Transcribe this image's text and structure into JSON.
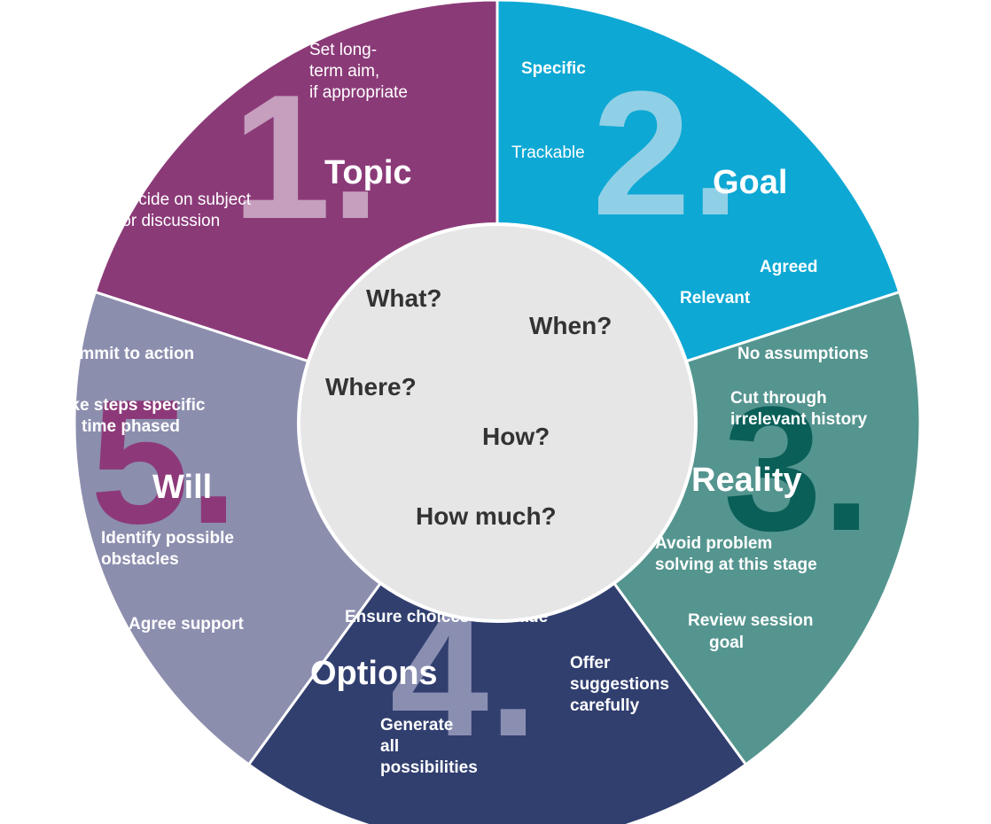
{
  "colors": {
    "topic": "#8b3a78",
    "goal": "#0ea8d4",
    "reality": "#55958f",
    "options": "#313f6f",
    "will": "#8c8eae",
    "center": "#e6e6e6",
    "question_text": "#333333",
    "label_text": "#ffffff"
  },
  "segments": {
    "topic": {
      "number": "1.",
      "title": "Topic",
      "notes": {
        "n1_l1": "Set long-",
        "n1_l2": "term aim,",
        "n1_l3": "if appropriate",
        "n2_l1": "Decide on subject",
        "n2_l2": "for discussion"
      }
    },
    "goal": {
      "number": "2.",
      "title": "Goal",
      "notes": {
        "specific": "Specific",
        "trackable": "Trackable",
        "agreed": "Agreed",
        "relevant": "Relevant"
      }
    },
    "reality": {
      "number": "3.",
      "title": "Reality",
      "notes": {
        "n1": "No assumptions",
        "n2_l1": "Cut through",
        "n2_l2": "irrelevant history",
        "n3_l1": "Avoid problem",
        "n3_l2": "solving at this stage",
        "n4_l1": "Review session",
        "n4_l2": "goal"
      }
    },
    "options": {
      "number": "4.",
      "title": "Options",
      "notes": {
        "n1": "Ensure choices are made",
        "n2_l1": "Offer",
        "n2_l2": "suggestions",
        "n2_l3": "carefully",
        "n3_l1": "Generate",
        "n3_l2": "all",
        "n3_l3": "possibilities"
      }
    },
    "will": {
      "number": "5.",
      "title": "Will",
      "notes": {
        "n1": "Commit to action",
        "n2_l1": "Make steps specific",
        "n2_l2": "and time phased",
        "n3_l1": "Identify possible",
        "n3_l2": "obstacles",
        "n4": "Agree support"
      }
    }
  },
  "center_questions": {
    "what": "What?",
    "when": "When?",
    "where": "Where?",
    "how": "How?",
    "how_much": "How much?"
  }
}
